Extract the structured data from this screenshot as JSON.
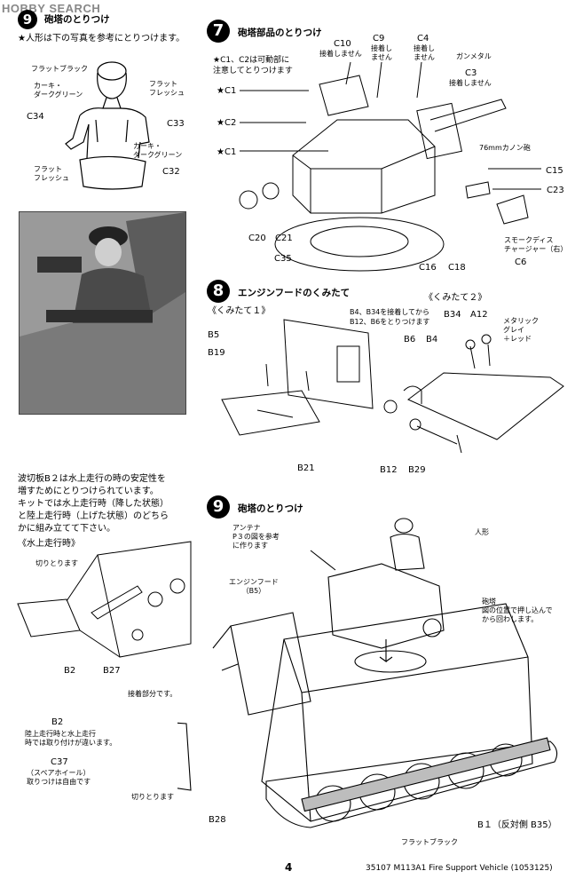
{
  "watermark": "HOBBY SEARCH",
  "page_number": "4",
  "footer_text": "35107  M113A1 Fire Support Vehicle (1053125)",
  "step_a": {
    "number": "9",
    "title": "砲塔のとりつけ",
    "note": "★人形は下の写真を参考にとりつけます。",
    "labels": {
      "flat_black": "フラットブラック",
      "khaki_dg1": "カーキ・\nダークグリーン",
      "flat_flesh1": "フラット\nフレッシュ",
      "c34": "C34",
      "c33": "C33",
      "khaki_dg2": "カーキ・\nダークグリーン",
      "flat_flesh2": "フラット\nフレッシュ",
      "c32": "C32"
    }
  },
  "wave_board": {
    "text": "波切板B２は水上走行の時の安定性を\n増すためにとりつけられています。\nキットでは水上走行時（降した状態）\nと陸上走行時（上げた状態）のどちら\nかに組み立てて下さい。",
    "subtitle": "《水上走行時》",
    "labels": {
      "cut1": "切りとります",
      "b2a": "B2",
      "b27": "B27",
      "b2b": "B2",
      "b2_note": "陸上走行時と水上走行\n時では取り付けが違います。",
      "c37": "C37",
      "c37_note": "（スペアホイール）\n取りつけは自由です",
      "cut2": "切りとります",
      "b28": "B28"
    }
  },
  "step7": {
    "number": "7",
    "title": "砲塔部品のとりつけ",
    "note": "★C1、C2は可動部に\n注意してとりつけます",
    "labels": {
      "c10": "C10",
      "c10_note": "接着しません",
      "c9": "C9",
      "c9_note": "接着し\nません",
      "c4": "C4",
      "c4_note": "接着し\nません",
      "gunmetal": "ガンメタル",
      "c3": "C3",
      "c3_note": "接着しません",
      "c1a": "★C1",
      "c2": "★C2",
      "c1b": "★C1",
      "cannon": "76mmカノン砲",
      "c15": "C15",
      "c23": "C23",
      "smoke": "スモークディス\nチャージャー（右）",
      "c6": "C6",
      "c20": "C20",
      "c21": "C21",
      "c35": "C35",
      "c16": "C16",
      "c18": "C18"
    }
  },
  "step8": {
    "number": "8",
    "title": "エンジンフードのくみたて",
    "sub1": "《くみたて１》",
    "sub2": "《くみたて２》",
    "note": "B4、B34を接着してから\nB12、B6をとりつけます",
    "labels": {
      "b5": "B5",
      "b19": "B19",
      "b21": "B21",
      "b34": "B34",
      "a12": "A12",
      "metallic": "メタリック\nグレイ\n＋レッド",
      "b6": "B6",
      "b4": "B4",
      "b12": "B12",
      "b29": "B29"
    }
  },
  "step9": {
    "number": "9",
    "title": "砲塔のとりつけ",
    "labels": {
      "antenna": "アンテナ\nP３の図を参考\nに作ります",
      "figure": "人形",
      "hood": "エンジンフード\n（B5）",
      "turret": "砲塔\n図の位置で押し込んで\nから回わします。",
      "glue": "接着部分です。",
      "b1": "B１（反対側 B35）",
      "flatblack": "フラットブラック"
    }
  }
}
